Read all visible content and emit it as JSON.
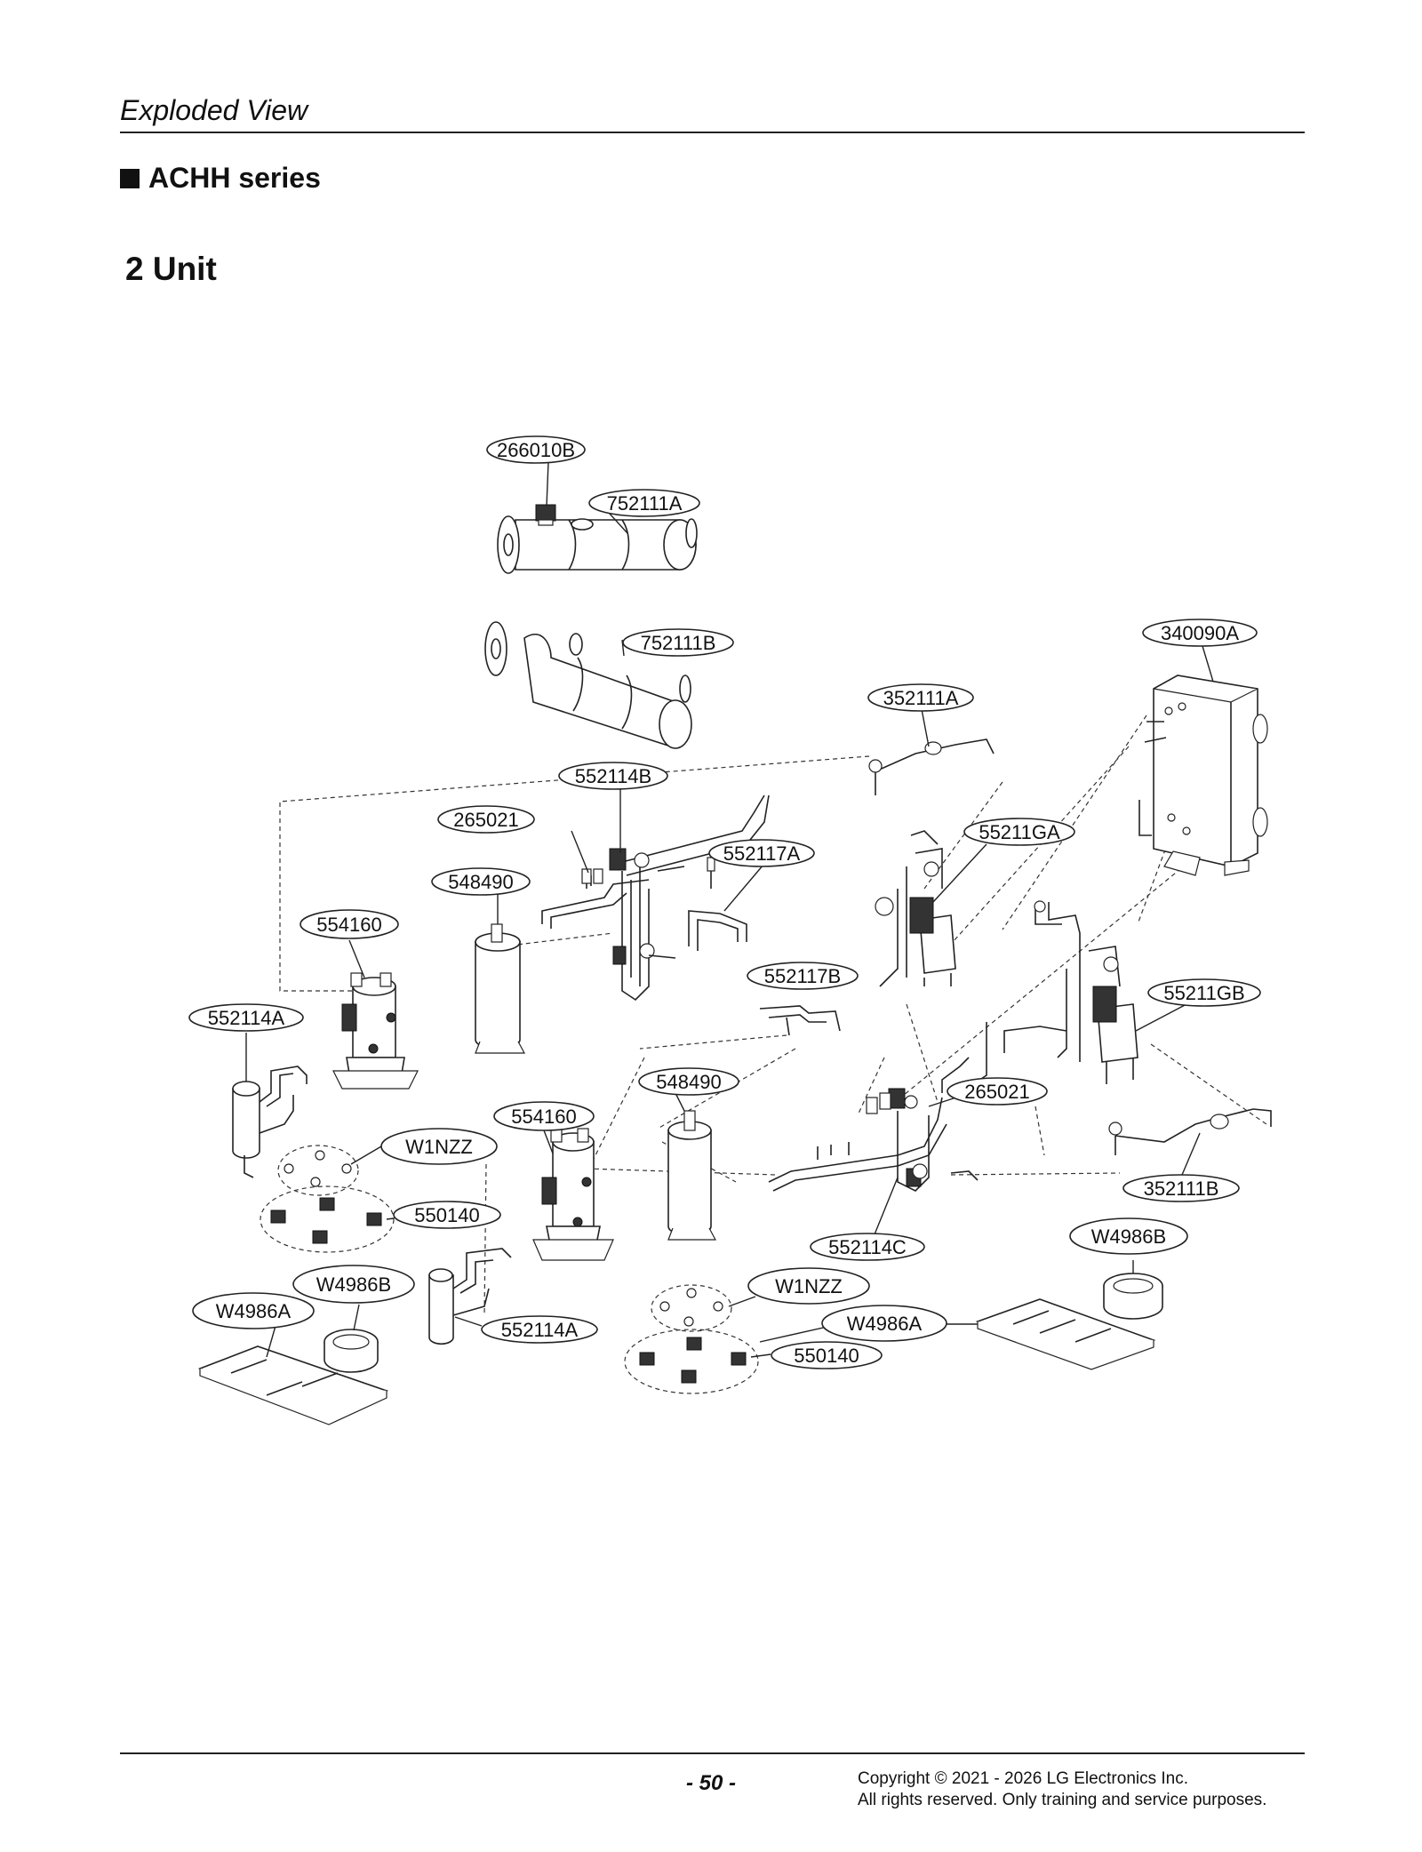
{
  "header": {
    "title": "Exploded View"
  },
  "section": {
    "title": "ACHH series"
  },
  "subsection": {
    "title": "2 Unit"
  },
  "diagram": {
    "labels": {
      "p266010B": "266010B",
      "p752111A": "752111A",
      "p752111B": "752111B",
      "p340090A": "340090A",
      "p352111A": "352111A",
      "p552114B": "552114B",
      "p265021_top": "265021",
      "p552117A": "552117A",
      "p55211GA": "55211GA",
      "p548490_top": "548490",
      "p554160_top": "554160",
      "p552117B": "552117B",
      "p55211GB": "55211GB",
      "p552114A_left": "552114A",
      "p548490_mid": "548490",
      "p265021_mid": "265021",
      "p554160_mid": "554160",
      "pW1NZZ_left": "W1NZZ",
      "p550140_left": "550140",
      "p352111B": "352111B",
      "pW4986B_right": "W4986B",
      "p552114C": "552114C",
      "pW4986B_left": "W4986B",
      "pW1NZZ_mid": "W1NZZ",
      "pW4986A_left": "W4986A",
      "pW4986A_mid": "W4986A",
      "p552114A_mid": "552114A",
      "p550140_mid": "550140"
    }
  },
  "footer": {
    "page_number": "- 50 -",
    "copyright_line1": "Copyright © 2021 - 2026 LG Electronics Inc.",
    "copyright_line2": "All rights reserved. Only training and service purposes."
  }
}
